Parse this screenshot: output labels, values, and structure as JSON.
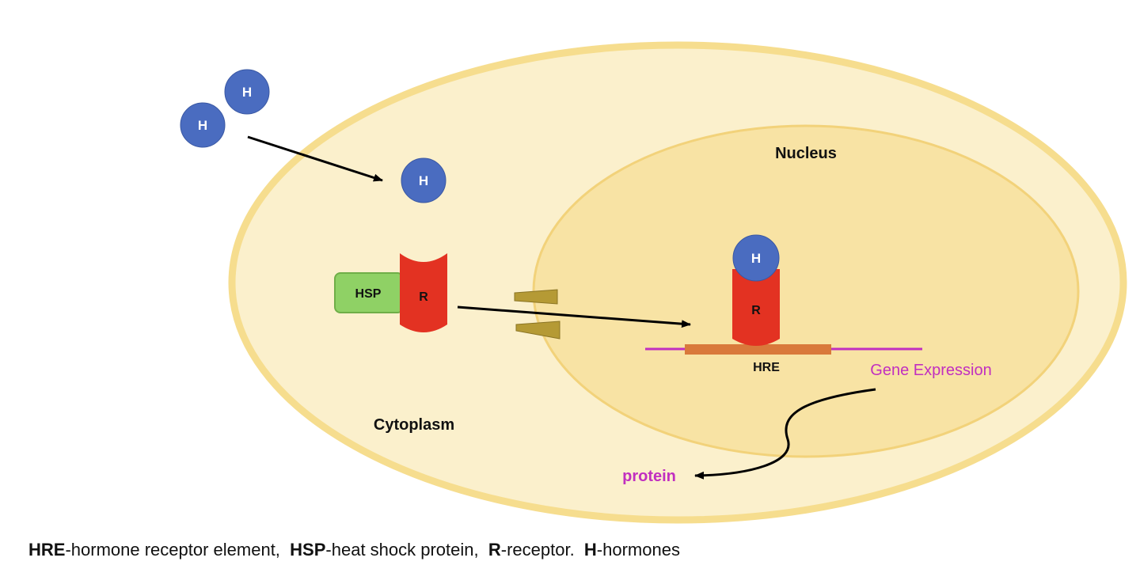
{
  "diagram": {
    "hormone_label": "H",
    "receptor_label": "R",
    "hsp_label": "HSP",
    "nucleus_label": "Nucleus",
    "cytoplasm_label": "Cytoplasm",
    "hre_label": "HRE",
    "gene_expression_label": "Gene Expression",
    "protein_label": "protein"
  },
  "legend": [
    {
      "abbr": "HRE",
      "text": "-hormone receptor element,  "
    },
    {
      "abbr": "HSP",
      "text": "-heat shock protein,  "
    },
    {
      "abbr": "R",
      "text": "-receptor.  "
    },
    {
      "abbr": "H",
      "text": "-hormones"
    }
  ],
  "colors": {
    "cell_fill": "#fbf0cc",
    "cell_border": "#f6dd8e",
    "nucleus_fill": "#f8e3a4",
    "nucleus_border": "#f2d27a",
    "hormone": "#4a6cc0",
    "receptor": "#e33222",
    "hsp": "#8fd165",
    "pore": "#b59a35",
    "dna": "#c12fc0",
    "hre": "#d9793b",
    "magenta_text": "#c12fc0"
  }
}
